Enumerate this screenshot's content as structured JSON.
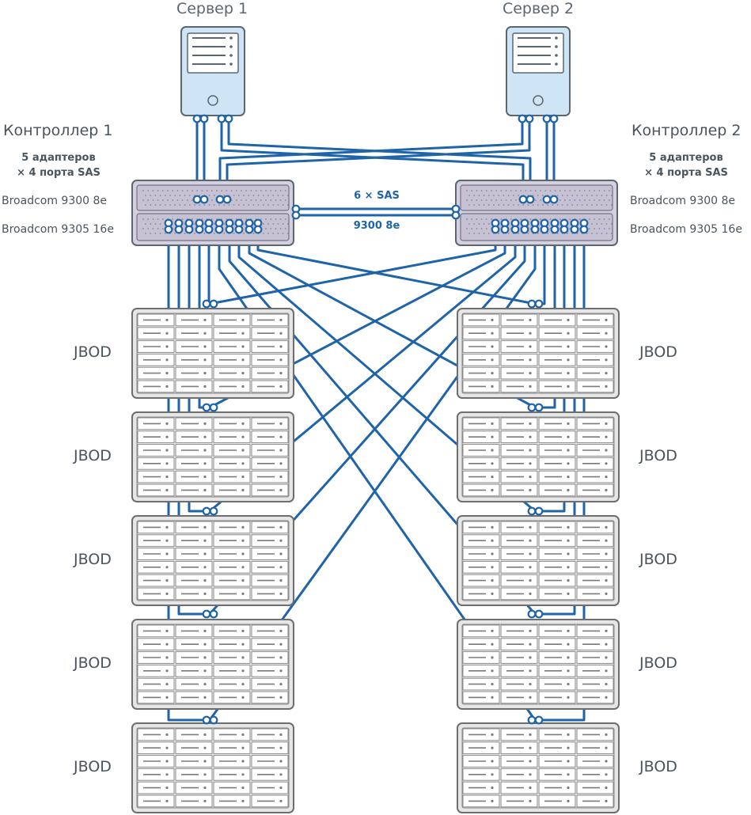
{
  "servers": [
    {
      "label": "Сервер 1"
    },
    {
      "label": "Сервер 2"
    }
  ],
  "controllers": [
    {
      "label": "Контроллер 1",
      "sub_line1": "5 адаптеров",
      "sub_line2": "× 4 порта SAS",
      "adapter_top": "Broadcom 9300 8e",
      "adapter_bottom": "Broadcom 9305 16e"
    },
    {
      "label": "Контроллер 2",
      "sub_line1": "5 адаптеров",
      "sub_line2": "× 4 порта SAS",
      "adapter_top": "Broadcom 9300 8e",
      "adapter_bottom": "Broadcom 9305 16e"
    }
  ],
  "interconnect": {
    "line1": "6 × SAS",
    "line2": "9300 8e"
  },
  "jbods": {
    "left": [
      "JBOD",
      "JBOD",
      "JBOD",
      "JBOD",
      "JBOD"
    ],
    "right": [
      "JBOD",
      "JBOD",
      "JBOD",
      "JBOD",
      "JBOD"
    ]
  },
  "colors": {
    "cable": "#1f64a8",
    "server_fill": "#cfe4f4",
    "server_stroke": "#5b6670",
    "controller_fill": "#d4d0df",
    "jbod_fill": "#e6e6e6",
    "jbod_stroke": "#6e6e6e"
  }
}
